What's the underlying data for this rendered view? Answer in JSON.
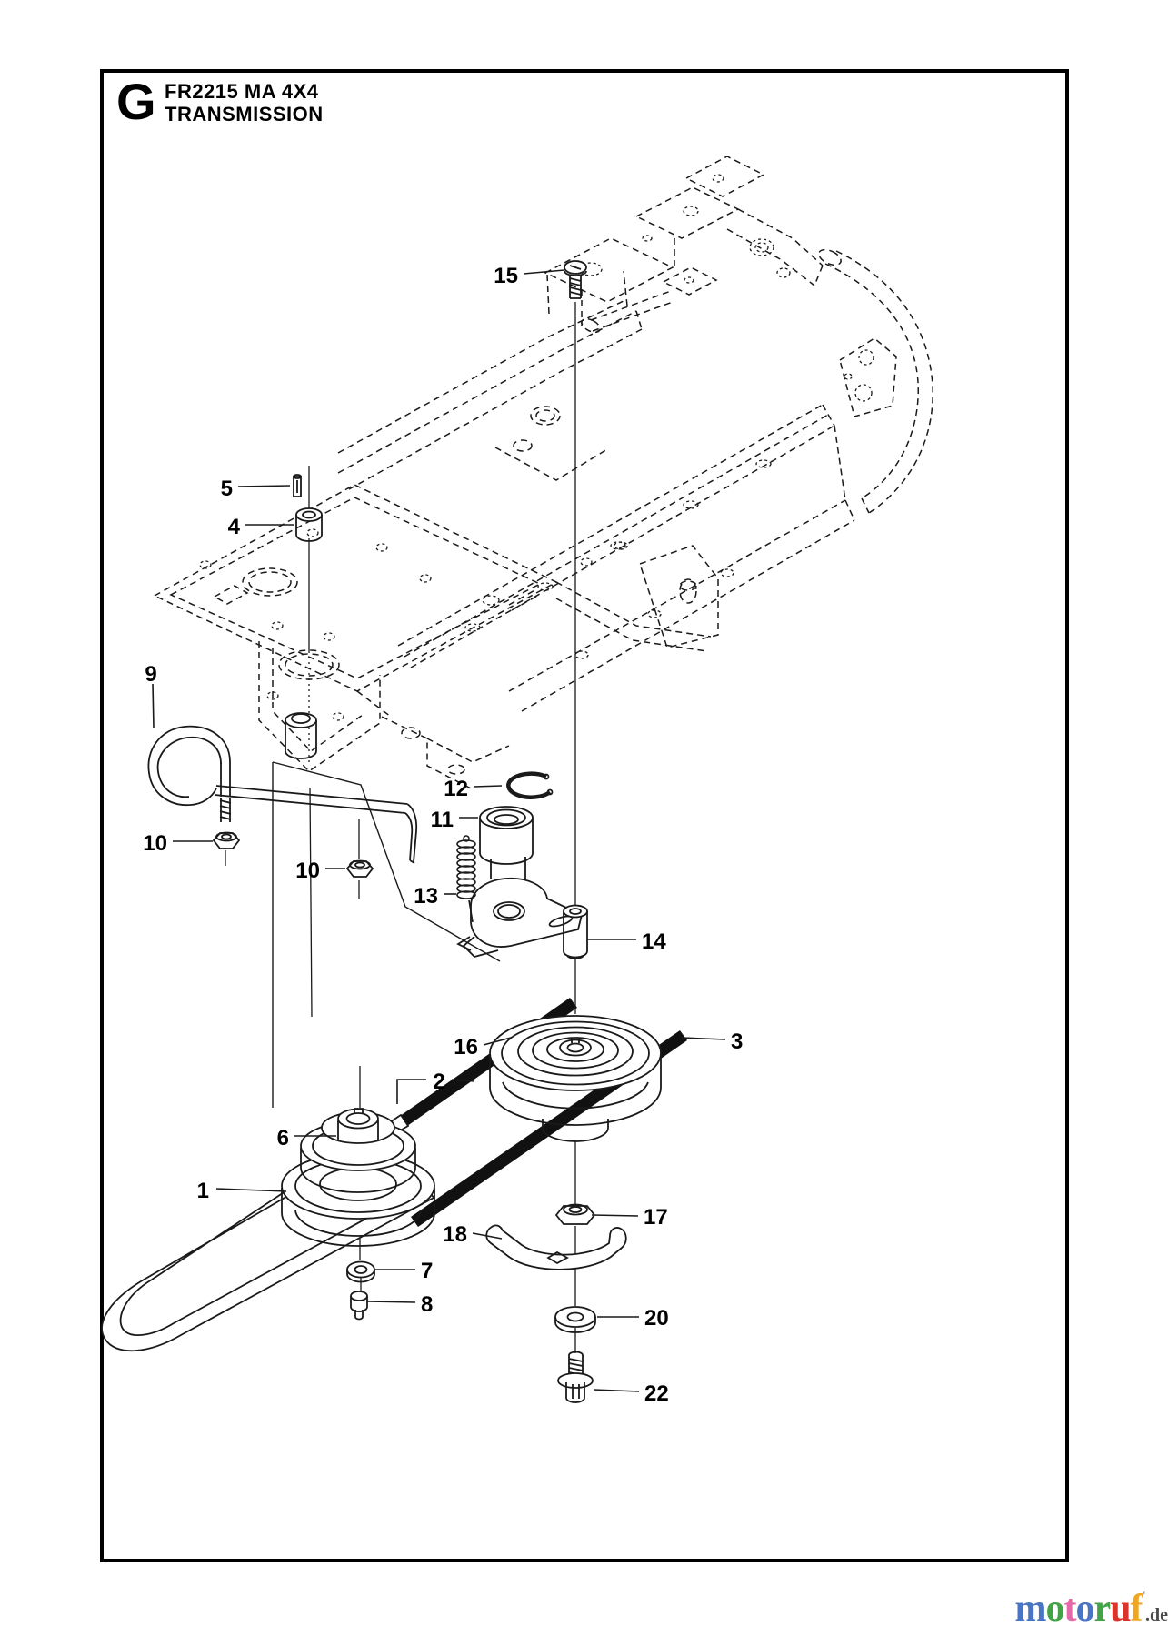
{
  "header": {
    "section_letter": "G",
    "model": "FR2215 MA 4X4",
    "section_title": "TRANSMISSION"
  },
  "diagram": {
    "line_color": "#1a1a1a",
    "belt_color": "#111111",
    "background": "#ffffff"
  },
  "callouts": [
    {
      "label": "15"
    },
    {
      "label": "5"
    },
    {
      "label": "4"
    },
    {
      "label": "9"
    },
    {
      "label": "10"
    },
    {
      "label": "10"
    },
    {
      "label": "12"
    },
    {
      "label": "11"
    },
    {
      "label": "13"
    },
    {
      "label": "14"
    },
    {
      "label": "16"
    },
    {
      "label": "3"
    },
    {
      "label": "2"
    },
    {
      "label": "6"
    },
    {
      "label": "1"
    },
    {
      "label": "7"
    },
    {
      "label": "8"
    },
    {
      "label": "17"
    },
    {
      "label": "18"
    },
    {
      "label": "20"
    },
    {
      "label": "22"
    }
  ],
  "watermark": {
    "letters": [
      {
        "ch": "m",
        "color": "#4a74c4"
      },
      {
        "ch": "o",
        "color": "#44a348"
      },
      {
        "ch": "t",
        "color": "#e568a8"
      },
      {
        "ch": "o",
        "color": "#4a74c4"
      },
      {
        "ch": "r",
        "color": "#44a348"
      },
      {
        "ch": "u",
        "color": "#d9352b"
      },
      {
        "ch": "f",
        "color": "#f0a61f"
      }
    ],
    "tick": "'",
    "tick_color": "#999999",
    "suffix": {
      "text": ".de",
      "color": "#4a4a4a"
    }
  }
}
